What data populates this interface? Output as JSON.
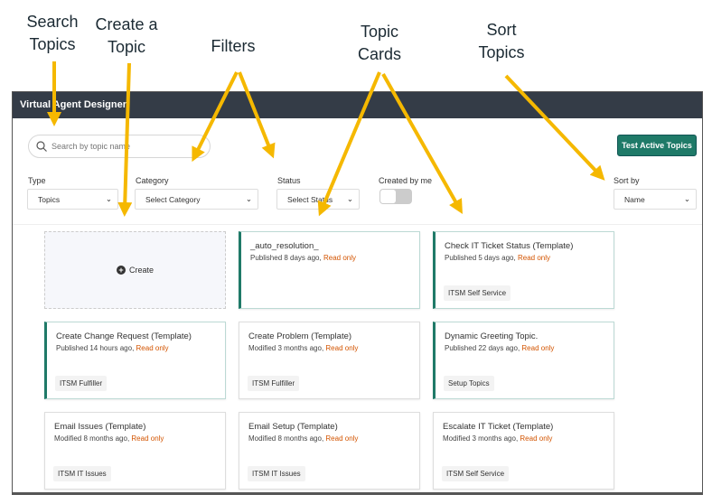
{
  "annotations": [
    "Search Topics",
    "Create a Topic",
    "Filters",
    "Topic Cards",
    "Sort Topics"
  ],
  "annotation_color": "#f5b800",
  "header": {
    "title": "Virtual Agent Designer"
  },
  "search": {
    "placeholder": "Search by topic name",
    "icon": "search-icon"
  },
  "test_button": "Test Active Topics",
  "filters": {
    "type": {
      "label": "Type",
      "value": "Topics"
    },
    "category": {
      "label": "Category",
      "value": "Select Category"
    },
    "status": {
      "label": "Status",
      "value": "Select Status"
    },
    "created_by_me": {
      "label": "Created by me",
      "on": false
    },
    "sort": {
      "label": "Sort by",
      "value": "Name"
    }
  },
  "create_label": "Create",
  "accent": "#1f7a68",
  "cards": [
    {
      "title": "_auto_resolution_",
      "status": "Published 8 days ago,",
      "readonly": "Read only",
      "tag": "",
      "active": true
    },
    {
      "title": "Check IT Ticket Status (Template)",
      "status": "Published 5 days ago,",
      "readonly": "Read only",
      "tag": "ITSM Self Service",
      "active": true
    },
    {
      "title": "Create Change Request (Template)",
      "status": "Published 14 hours ago,",
      "readonly": "Read only",
      "tag": "ITSM Fulfiller",
      "active": true
    },
    {
      "title": "Create Problem (Template)",
      "status": "Modified 3 months ago,",
      "readonly": "Read only",
      "tag": "ITSM Fulfiller",
      "active": false
    },
    {
      "title": "Dynamic Greeting Topic.",
      "status": "Published 22 days ago,",
      "readonly": "Read only",
      "tag": "Setup Topics",
      "active": true
    },
    {
      "title": "Email Issues (Template)",
      "status": "Modified 8 months ago,",
      "readonly": "Read only",
      "tag": "ITSM IT Issues",
      "active": false
    },
    {
      "title": "Email Setup (Template)",
      "status": "Modified 8 months ago,",
      "readonly": "Read only",
      "tag": "ITSM IT Issues",
      "active": false
    },
    {
      "title": "Escalate IT Ticket (Template)",
      "status": "Modified 3 months ago,",
      "readonly": "Read only",
      "tag": "ITSM Self Service",
      "active": false
    }
  ]
}
